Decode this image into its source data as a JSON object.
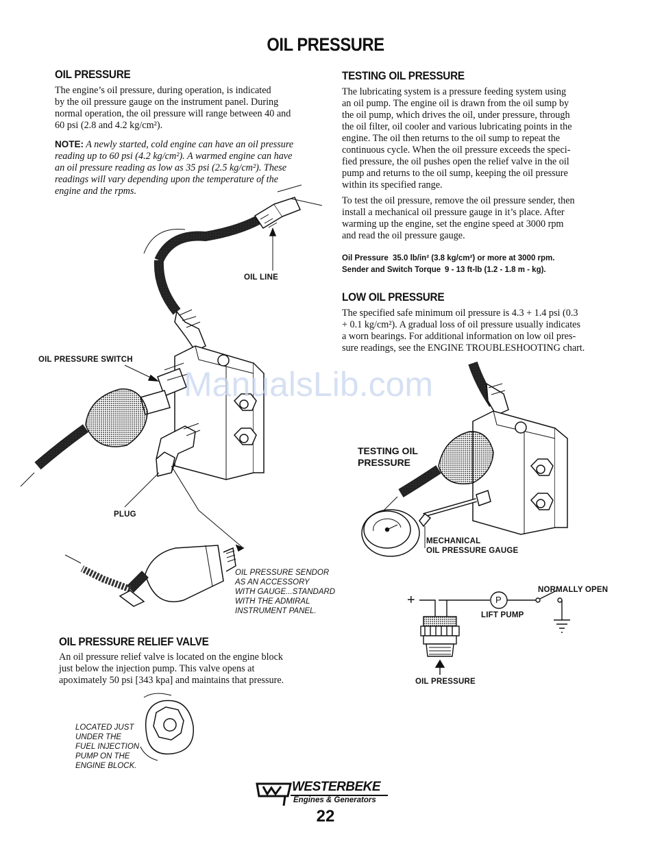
{
  "page": {
    "title": "OIL PRESSURE",
    "page_number": "22"
  },
  "oil_pressure": {
    "heading": "OIL PRESSURE",
    "para_lines": [
      "The engine’s oil pressure, during operation, is indicated",
      "by the oil pressure gauge on the instrument panel. During",
      "normal operation, the oil pressure will range between 40 and",
      "60 psi (2.8 and 4.2 kg/cm²)."
    ],
    "note_label": "NOTE:",
    "note_lines": [
      "A newly started, cold engine can have an oil pressure",
      "reading up to 60 psi (4.2 kg/cm²). A warmed engine can have",
      "an oil pressure reading as low as 35 psi (2.5 kg/cm²). These",
      "readings will vary depending upon the temperature of the",
      "engine and the rpms."
    ]
  },
  "testing": {
    "heading": "TESTING OIL PRESSURE",
    "para1_lines": [
      "The lubricating system is a pressure feeding system using",
      "an oil pump. The engine oil is drawn from the oil sump by",
      "the oil pump, which drives the oil, under pressure, through",
      "the oil filter, oil cooler and various lubricating points in the",
      "engine. The oil then returns to the oil sump to repeat the",
      "continuous cycle. When the oil pressure exceeds the speci-",
      "fied pressure, the oil pushes open the relief valve in the oil",
      "pump and returns to the oil sump, keeping the oil pressure",
      "within its specified range."
    ],
    "para2_lines": [
      "To test the oil pressure, remove the oil pressure sender, then",
      "install a mechanical oil pressure gauge in it’s place. After",
      "warming up the engine, set the engine speed at 3000 rpm",
      "and read the oil pressure gauge."
    ],
    "specs": [
      {
        "label": "Oil Pressure",
        "value": "35.0 lb/in² (3.8 kg/cm²) or more at 3000 rpm."
      },
      {
        "label": "Sender and Switch Torque",
        "value": "9 - 13 ft-lb (1.2 - 1.8 m - kg)."
      }
    ]
  },
  "low": {
    "heading": "LOW OIL PRESSURE",
    "para_lines": [
      "The specified safe minimum oil pressure is 4.3 + 1.4 psi (0.3",
      "+ 0.1 kg/cm²). A gradual loss of oil pressure usually indicates",
      "a worn bearings. For additional information on low oil pres-",
      "sure readings, see the ENGINE TROUBLESHOOTING chart."
    ]
  },
  "relief": {
    "heading": "OIL PRESSURE RELIEF VALVE",
    "para_lines": [
      "An oil pressure relief valve is located on the engine block",
      "just below the injection pump. This valve opens at",
      "apoximately 50 psi [343 kpa] and maintains that pressure."
    ],
    "caption_lines": [
      "LOCATED JUST",
      "UNDER THE",
      "FUEL INJECTION",
      "PUMP ON THE",
      "ENGINE BLOCK."
    ]
  },
  "labels": {
    "oil_line": "OIL LINE",
    "switch": "OIL PRESSURE SWITCH",
    "plug": "PLUG",
    "sendor_lines": [
      "OIL PRESSURE SENDOR",
      "AS AN ACCESSORY",
      "WITH GAUGE...STANDARD",
      "WITH THE ADMIRAL",
      "INSTRUMENT PANEL."
    ],
    "testing_lines": [
      "TESTING OIL",
      "PRESSURE"
    ],
    "gauge_lines": [
      "MECHANICAL",
      "OIL PRESSURE GAUGE"
    ],
    "normally_open": "NORMALLY OPEN",
    "lift_pump": "LIFT PUMP",
    "pump_symbol": "P",
    "plus": "+",
    "oil_pressure_arrow": "OIL PRESSURE"
  },
  "watermark": "ManualsLib.com",
  "logo": {
    "name": "WESTERBEKE",
    "sub": "Engines & Generators"
  }
}
